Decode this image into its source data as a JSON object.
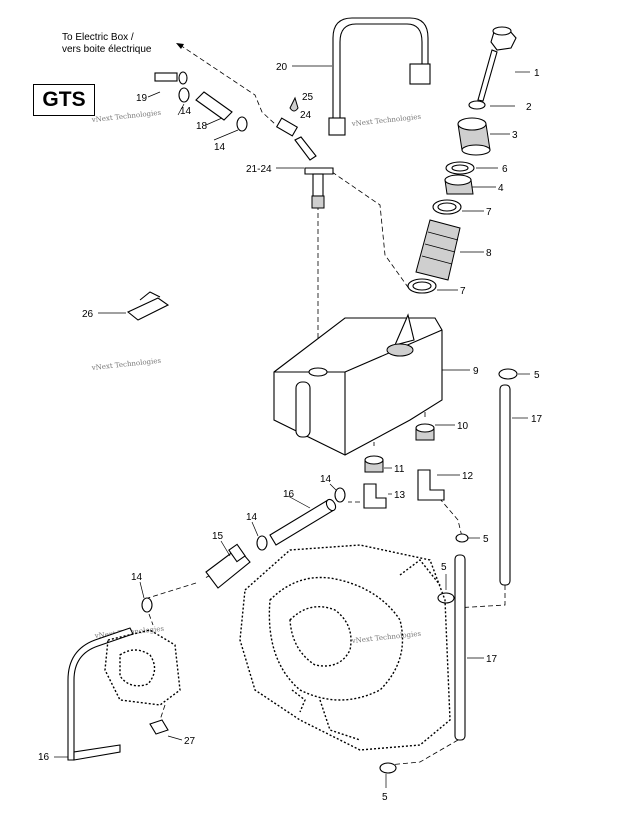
{
  "model_badge": "GTS",
  "note": {
    "line1": "To Electric Box /",
    "line2": "vers boite électrique"
  },
  "watermark": "vNext Technologies",
  "callouts": {
    "c1": "1",
    "c2": "2",
    "c3": "3",
    "c4": "4",
    "c5a": "5",
    "c5b": "5",
    "c5c": "5",
    "c5d": "5",
    "c6": "6",
    "c7a": "7",
    "c7b": "7",
    "c8": "8",
    "c9": "9",
    "c10": "10",
    "c11": "11",
    "c12": "12",
    "c13": "13",
    "c14a": "14",
    "c14b": "14",
    "c14c": "14",
    "c14d": "14",
    "c14e": "14",
    "c15": "15",
    "c16a": "16",
    "c16b": "16",
    "c17a": "17",
    "c17b": "17",
    "c18": "18",
    "c19": "19",
    "c20": "20",
    "c21": "21-24",
    "c24": "24",
    "c25": "25",
    "c26": "26",
    "c27": "27"
  }
}
